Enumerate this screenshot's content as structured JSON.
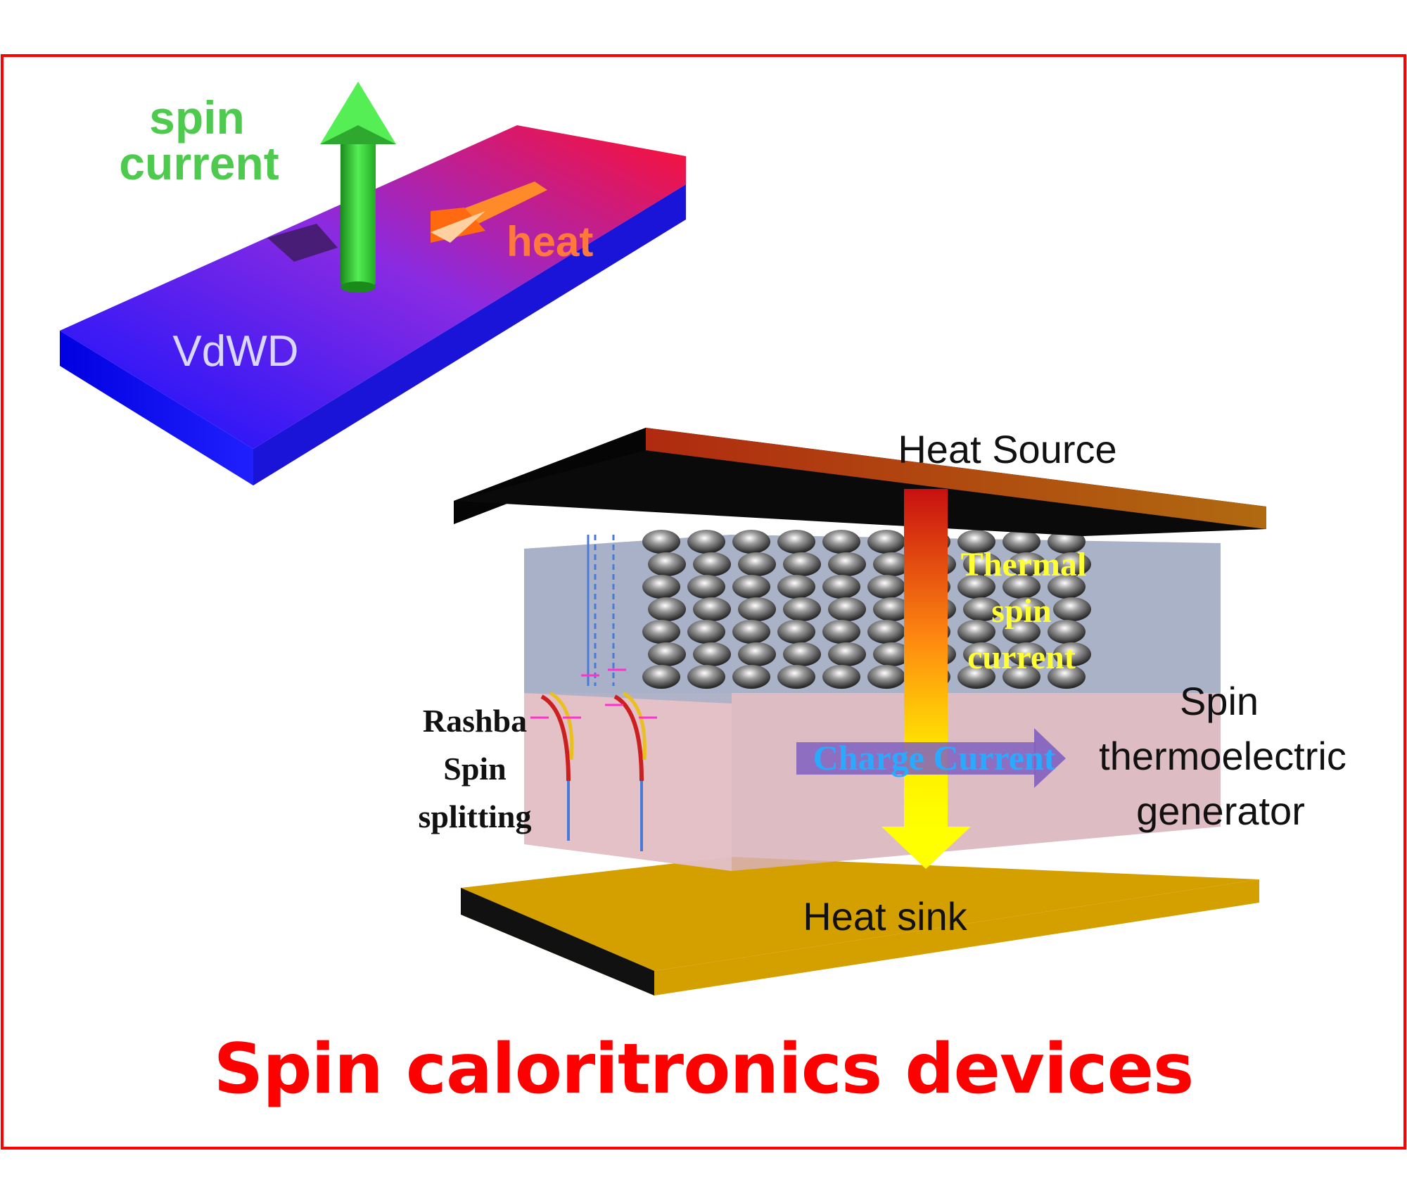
{
  "figure": {
    "title": "Spin caloritronics devices",
    "title_color": "#ff0000",
    "frame_color": "#ff0000",
    "vdwd_device": {
      "material_label": "VdWD",
      "spin_current_label_line1": "spin",
      "spin_current_label_line2": "current",
      "heat_label": "heat",
      "spin_arrow_color": "#44dd44",
      "heat_arrow_color": "#ff7a1a",
      "slab_gradient": [
        "#1010ff",
        "#8a2be2",
        "#ff1030"
      ]
    },
    "generator_device": {
      "heat_source_label": "Heat Source",
      "heat_sink_label": "Heat sink",
      "thermal_spin_current_lines": [
        "Thermal",
        "spin",
        "current"
      ],
      "charge_current_label": "Charge Current",
      "generator_label_lines": [
        "Spin",
        "thermoelectric",
        "generator"
      ],
      "rashba_label_lines": [
        "Rashba",
        "Spin",
        "splitting"
      ],
      "heat_source_color": "#a0401a",
      "heat_sink_color": "#d4a000",
      "thermal_arrow_colors": [
        "#d01010",
        "#ff9a10",
        "#ffff00"
      ],
      "thermal_label_color": "#ffff33",
      "charge_current_color": "#2aaaff",
      "charge_arrow_color": "#8060c0"
    }
  }
}
